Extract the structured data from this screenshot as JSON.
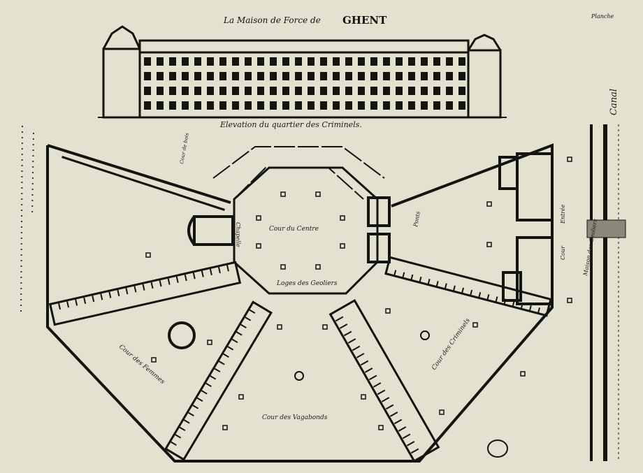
{
  "title": {
    "prefix": "La Maison de Force de",
    "city": "GHENT"
  },
  "plate": "Planche",
  "elevation_caption": "Elevation du quartier des Criminels.",
  "labels": {
    "canal": "Canal",
    "cour_du_centre": "Cour du Centre",
    "chapelle": "Chapelle",
    "cour_de_bois": "Cour de bois",
    "ponts": "Ponts",
    "entree": "Entrée",
    "cour": "Cour",
    "maison_geoliers": "Maison des Geoliers",
    "loges_geoliers": "Loges des Geoliers",
    "cour_femmes": "Cour des Femmes",
    "cour_vagabonds": "Cour des Vagabonds",
    "cour_criminels": "Cour des Criminels"
  },
  "colors": {
    "paper": "#e3e2d0",
    "ink": "#141410"
  }
}
